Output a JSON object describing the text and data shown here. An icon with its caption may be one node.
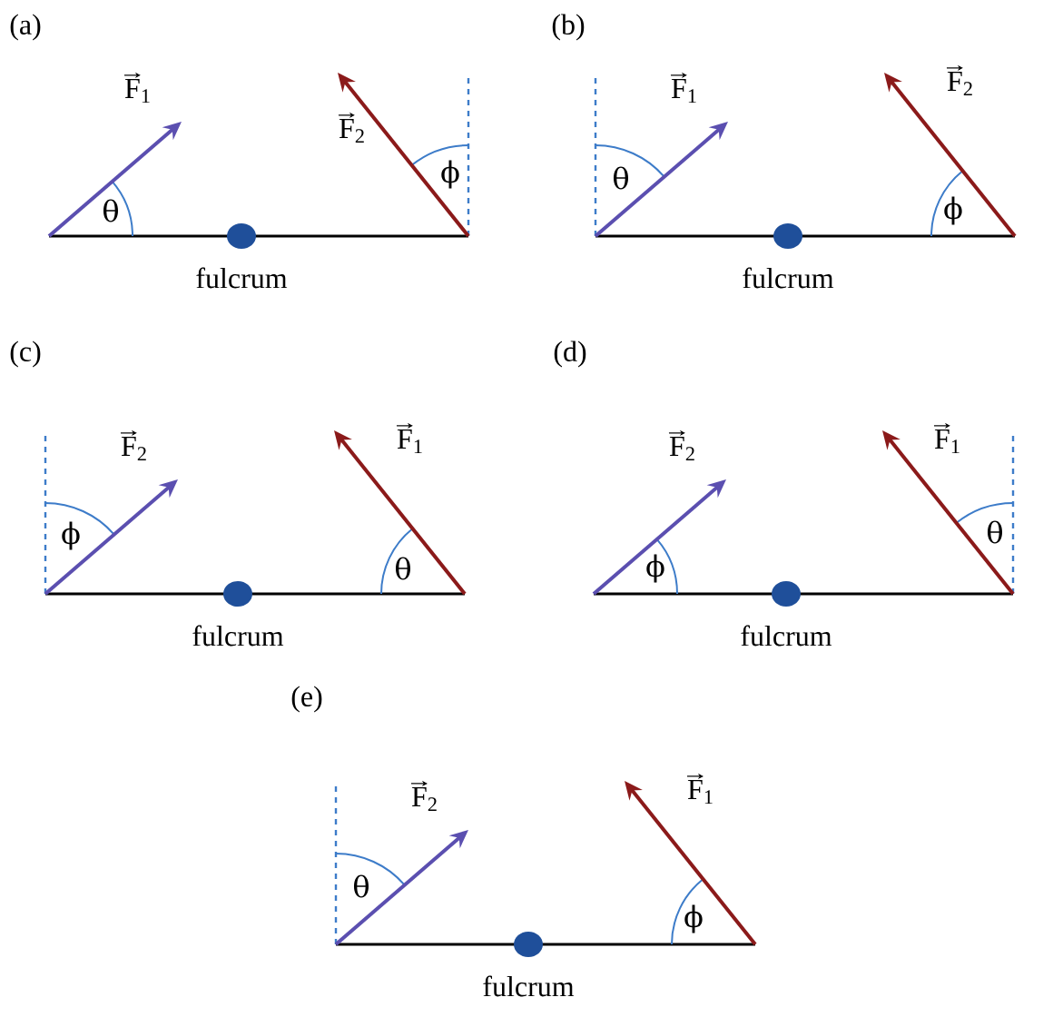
{
  "diagram": {
    "labels": [
      "(a)",
      "F$_{1}$",
      "θ",
      "F$_{2}$",
      "ϕ",
      "fulcrum",
      "(b)",
      "F$_{1}$",
      "θ",
      "F$_{2}$",
      "ϕ",
      "fulcrum",
      "(c)",
      "F$_{2}$",
      "ϕ",
      "F$_{1}$",
      "θ",
      "fulcrum",
      "(d)",
      "F$_{2}$",
      "ϕ",
      "F$_{1}$",
      "θ",
      "fulcrum",
      "(e)",
      "F$_{2}$",
      "θ",
      "F$_{1}$",
      "ϕ",
      "fulcrum"
    ]
  }
}
